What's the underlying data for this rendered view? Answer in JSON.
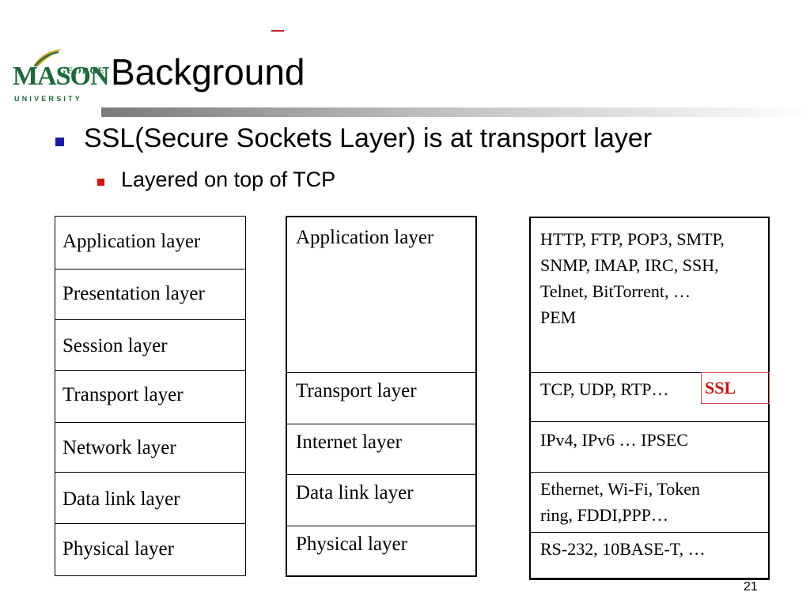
{
  "logo": {
    "line1": "GEORGE",
    "line2": "MASON",
    "line3": "UNIVERSITY",
    "color": "#1a6b3a",
    "accent": "#c9a227"
  },
  "title": "Background",
  "bullets": {
    "level1": "SSL(Secure Sockets Layer) is at transport layer",
    "level2": "Layered on top of TCP"
  },
  "osi_layers": [
    "Application layer",
    "Presentation layer",
    "Session layer",
    "Transport layer",
    "Network layer",
    "Data link layer",
    "Physical layer"
  ],
  "tcpip_layers": [
    "Application layer",
    "Transport layer",
    "Internet layer",
    "Data link layer",
    "Physical layer"
  ],
  "protocols": {
    "application": [
      "HTTP, FTP, POP3, SMTP,",
      "SNMP, IMAP, IRC, SSH,",
      "Telnet, BitTorrent, …",
      "PEM"
    ],
    "transport": "TCP, UDP, RTP…",
    "transport_highlight": "SSL",
    "internet": "IPv4, IPv6 … IPSEC",
    "datalink": [
      "Ethernet, Wi-Fi, Token",
      "ring, FDDI,PPP…"
    ],
    "physical": "RS-232, 10BASE-T, …"
  },
  "colors": {
    "bullet1": "#1a1aa8",
    "bullet2": "#dd1111",
    "ssl": "#d41010"
  },
  "page_number": "21"
}
